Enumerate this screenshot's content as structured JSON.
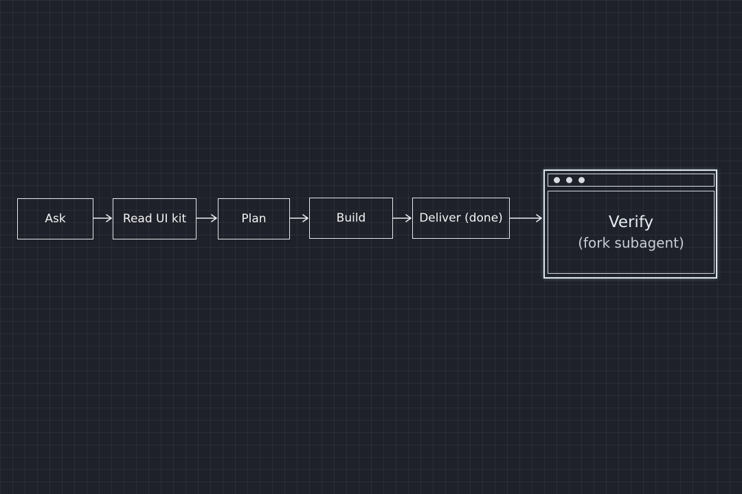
{
  "steps": [
    {
      "label": "Ask"
    },
    {
      "label": "Read UI kit"
    },
    {
      "label": "Plan"
    },
    {
      "label": "Build"
    },
    {
      "label": "Deliver (done)"
    }
  ],
  "verify": {
    "title": "Verify",
    "subtitle": "(fork subagent)"
  },
  "colors": {
    "background": "#1e2129",
    "stroke": "#e8eaee",
    "text": "#f4f4f4"
  }
}
